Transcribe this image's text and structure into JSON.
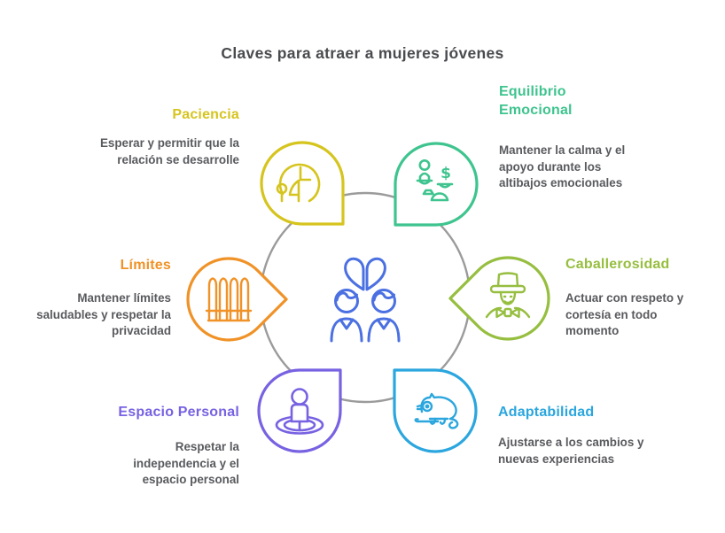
{
  "title": "Claves para atraer a mujeres jóvenes",
  "colors": {
    "title_text": "#4A4B4F",
    "description_text": "#595A5E",
    "ring": "#9B9B9B"
  },
  "center": {
    "icon": "couple-split-heart-icon",
    "color": "#4B70E2"
  },
  "nodes": [
    {
      "id": "paciencia",
      "position": "top-left",
      "color": "#D6C41E",
      "icon": "clock-waiting-couple-icon",
      "label": "Paciencia",
      "description": "Esperar y permitir que la relación se desarrolle"
    },
    {
      "id": "equilibrio-emocional",
      "position": "top-right",
      "color": "#3EC48E",
      "icon": "balance-scale-person-money-icon",
      "icon_glyph": "$",
      "label": "Equilibrio Emocional",
      "description": "Mantener la calma y el apoyo durante los altibajos emocionales"
    },
    {
      "id": "caballerosidad",
      "position": "right",
      "color": "#96BE3F",
      "icon": "gentleman-hat-bowtie-icon",
      "label": "Caballerosidad",
      "description": "Actuar con respeto y cortesía en todo momento"
    },
    {
      "id": "adaptabilidad",
      "position": "bottom-right",
      "color": "#2BA6DE",
      "icon": "chameleon-icon",
      "label": "Adaptabilidad",
      "description": "Ajustarse a los cambios y nuevas experiencias"
    },
    {
      "id": "espacio-personal",
      "position": "bottom-left",
      "color": "#7862E2",
      "icon": "person-personal-space-icon",
      "label": "Espacio Personal",
      "description": "Respetar la independencia y el espacio personal"
    },
    {
      "id": "limites",
      "position": "left",
      "color": "#F09227",
      "icon": "fence-icon",
      "label": "Límites",
      "description": "Mantener límites saludables y respetar la privacidad"
    }
  ]
}
